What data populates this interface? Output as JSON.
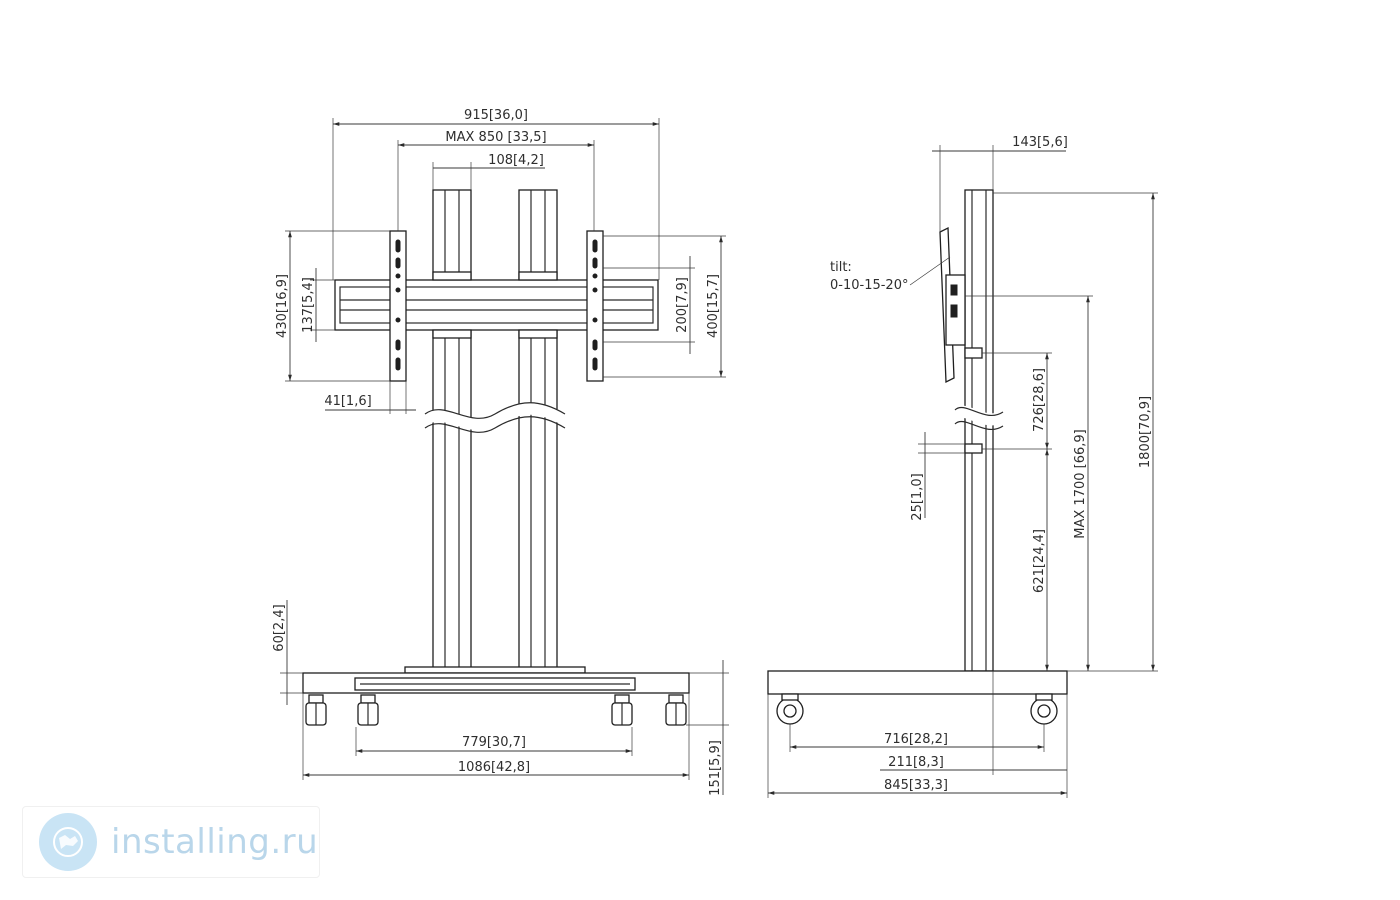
{
  "front_view": {
    "dims": {
      "overall_width": "915[36,0]",
      "max_interface": "MAX 850 [33,5]",
      "column_spacing": "108[4,2]",
      "bracket_height": "430[16,9]",
      "crossbar_height": "137[5,4]",
      "vesa_inner": "200[7,9]",
      "vesa_outer": "400[15,7]",
      "bracket_depth": "41[1,6]",
      "base_height": "60[2,4]",
      "caster_spacing": "779[30,7]",
      "base_width": "1086[42,8]",
      "wheel_height": "151[5,9]"
    }
  },
  "side_view": {
    "dims": {
      "depth_top": "143[5,6]",
      "tilt_label": "tilt:",
      "tilt_values": "0-10-15-20°",
      "adjust_range": "726[28,6]",
      "small_offset": "25[1,0]",
      "min_height": "621[24,4]",
      "max_height": "MAX 1700 [66,9]",
      "total_height": "1800[70,9]",
      "caster_spacing": "716[28,2]",
      "column_offset": "211[8,3]",
      "base_depth": "845[33,3]"
    }
  },
  "watermark": {
    "text": "installing.ru",
    "logo_icon": "globe-logo-icon"
  }
}
